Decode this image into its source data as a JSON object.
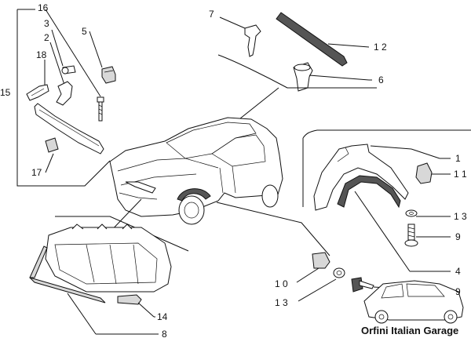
{
  "callouts": [
    {
      "id": "c16",
      "text": "16"
    },
    {
      "id": "c3",
      "text": "3"
    },
    {
      "id": "c2",
      "text": "2"
    },
    {
      "id": "c18",
      "text": "18"
    },
    {
      "id": "c5",
      "text": "5"
    },
    {
      "id": "c15",
      "text": "15"
    },
    {
      "id": "c17",
      "text": "17"
    },
    {
      "id": "c7",
      "text": "7"
    },
    {
      "id": "c12",
      "text": "1 2"
    },
    {
      "id": "c6",
      "text": "6"
    },
    {
      "id": "c1",
      "text": "1"
    },
    {
      "id": "c11",
      "text": "1 1"
    },
    {
      "id": "c13a",
      "text": "1 3"
    },
    {
      "id": "c9a",
      "text": "9"
    },
    {
      "id": "c4",
      "text": "4"
    },
    {
      "id": "c10",
      "text": "1 0"
    },
    {
      "id": "c13b",
      "text": "1 3"
    },
    {
      "id": "c9b",
      "text": "9"
    },
    {
      "id": "c14",
      "text": "14"
    },
    {
      "id": "c8",
      "text": "8"
    }
  ],
  "watermark": "Orfini Italian Garage"
}
